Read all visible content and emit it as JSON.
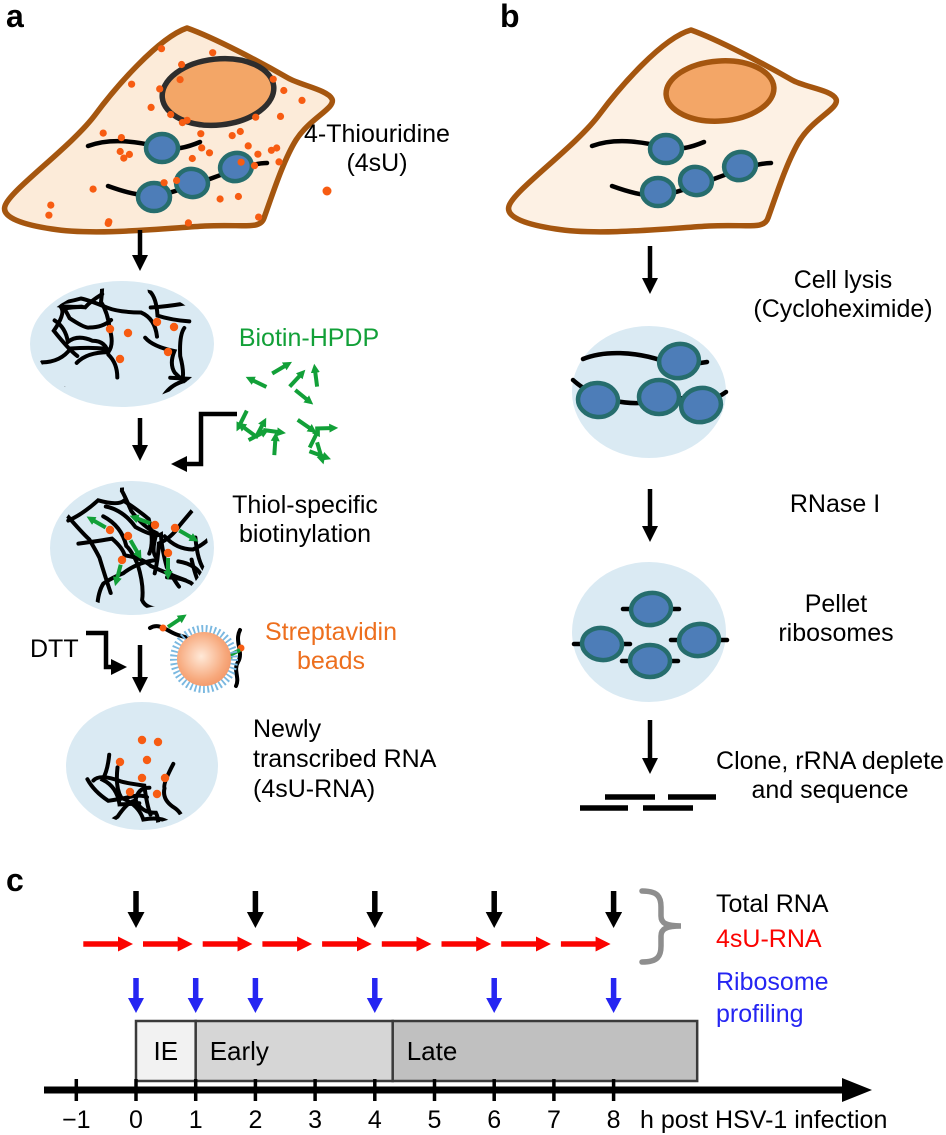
{
  "figure": {
    "panel_a": {
      "label": "a",
      "cell_label_line1": "4-Thiouridine",
      "cell_label_line2": "(4sU)",
      "biotin_label": "Biotin-HPDP",
      "thiol_line1": "Thiol-specific",
      "thiol_line2": "biotinylation",
      "dtt_label": "DTT",
      "strep_line1": "Streptavidin",
      "strep_line2": "beads",
      "newly_line1": "Newly",
      "newly_line2": "transcribed RNA",
      "newly_line3": "(4sU-RNA)"
    },
    "panel_b": {
      "label": "b",
      "lysis_line1": "Cell lysis",
      "lysis_line2": "(Cycloheximide)",
      "rnase_label": "RNase I",
      "pellet_line1": "Pellet",
      "pellet_line2": "ribosomes",
      "clone_line1": "Clone, rRNA deplete",
      "clone_line2": "and sequence"
    },
    "panel_c": {
      "label": "c",
      "legend": {
        "total_rna": "Total RNA",
        "foursu_rna": "4sU-RNA",
        "ribosome_line1": "Ribosome",
        "ribosome_line2": "profiling"
      },
      "phases": [
        {
          "label": "IE",
          "from_h": 0,
          "to_h": 1
        },
        {
          "label": "Early",
          "from_h": 1,
          "to_h": 4.3
        },
        {
          "label": "Late",
          "from_h": 4.3,
          "to_h": 9.4
        }
      ],
      "axis": {
        "tick_labels": [
          "−1",
          "0",
          "1",
          "2",
          "3",
          "4",
          "5",
          "6",
          "7",
          "8"
        ],
        "unit_label": "h post HSV-1 infection"
      },
      "sampling": {
        "total_rna_h": [
          0,
          2,
          4,
          6,
          8
        ],
        "foursu_intervals_h": [
          [
            -1,
            0
          ],
          [
            0,
            1
          ],
          [
            1,
            2
          ],
          [
            2,
            3
          ],
          [
            3,
            4
          ],
          [
            4,
            5
          ],
          [
            5,
            6
          ],
          [
            6,
            7
          ],
          [
            7,
            8
          ]
        ],
        "ribosome_profiling_h": [
          0,
          1,
          2,
          4,
          6,
          8
        ]
      }
    }
  },
  "colors": {
    "cell_fill_a": "#fcebd9",
    "cell_fill_b": "#fdf1e4",
    "cell_outline": "#a5560f",
    "nucleus_fill": "#f3a667",
    "nucleus_outline": "#2d2d2d",
    "ribosome_fill": "#4d7db8",
    "ribosome_outline": "#266d6d",
    "pool_fill": "#daeaf3",
    "dot_orange": "#f75c12",
    "biotin_green": "#12a038",
    "strep_orange": "#ed6f1e",
    "bead_fill": "#ee8050",
    "bead_spikes": "#7ab8e0",
    "red_arrow": "#fb0300",
    "blue_arrow": "#2525f2",
    "brace_gray": "#8e8e8e",
    "phase_ie": "#f2f2f2",
    "phase_early": "#d6d6d6",
    "phase_late": "#c0c0c0",
    "phase_border": "#3a3a3a",
    "text_black": "#000000"
  }
}
